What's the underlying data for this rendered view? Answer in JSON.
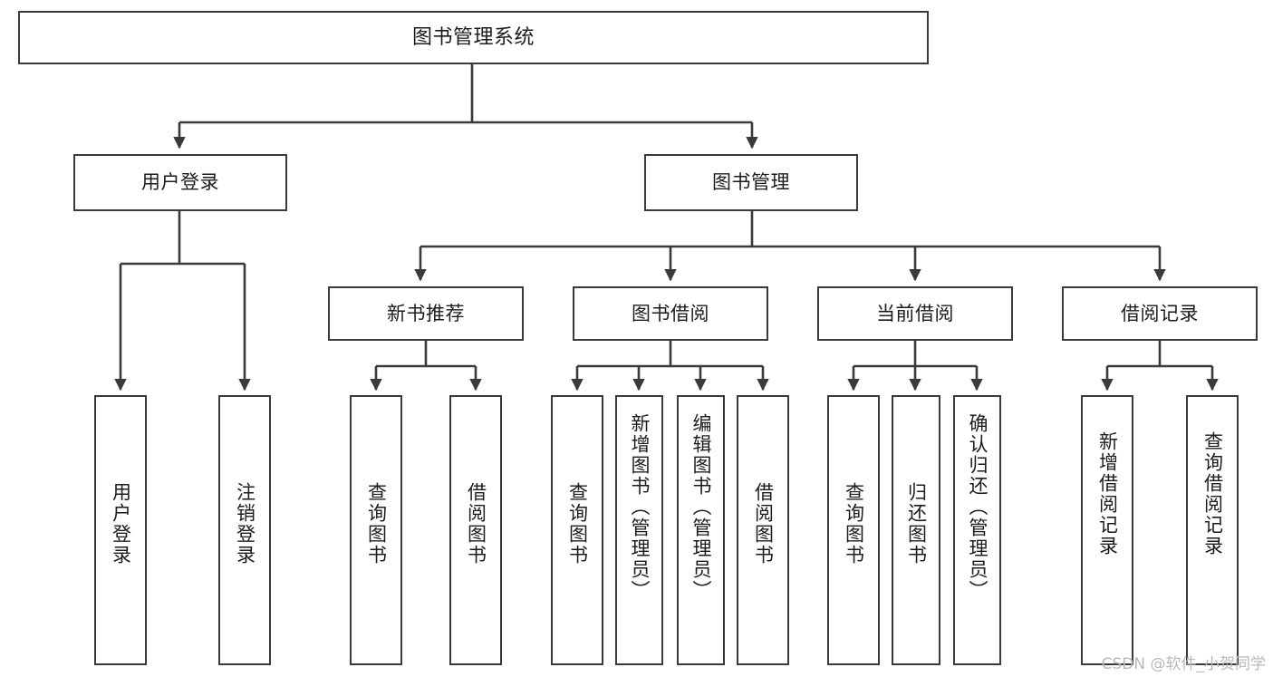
{
  "diagram": {
    "type": "tree-hierarchy",
    "title": "图书管理系统",
    "watermark": "CSDN @软件_小贺同学",
    "colors": {
      "box_border": "#3a3a3a",
      "box_fill": "#ffffff",
      "connector": "#3a3a3a",
      "text": "#1c1c1c",
      "watermark": "#b9b9b9",
      "background": "#ffffff"
    },
    "root": {
      "id": "root",
      "label": "图书管理系统"
    },
    "level2": [
      {
        "id": "user-login",
        "label": "用户登录"
      },
      {
        "id": "book-management",
        "label": "图书管理"
      }
    ],
    "level3": [
      {
        "id": "new-book-recommend",
        "label": "新书推荐",
        "parent": "book-management"
      },
      {
        "id": "book-borrow",
        "label": "图书借阅",
        "parent": "book-management"
      },
      {
        "id": "current-borrow",
        "label": "当前借阅",
        "parent": "book-management"
      },
      {
        "id": "borrow-record",
        "label": "借阅记录",
        "parent": "book-management"
      }
    ],
    "leaves": [
      {
        "id": "leaf-user-login",
        "label": "用户登录",
        "parent": "user-login"
      },
      {
        "id": "leaf-logout-login",
        "label": "注销登录",
        "parent": "user-login"
      },
      {
        "id": "leaf-query-book-1",
        "label": "查询图书",
        "parent": "new-book-recommend"
      },
      {
        "id": "leaf-borrow-book-1",
        "label": "借阅图书",
        "parent": "new-book-recommend"
      },
      {
        "id": "leaf-query-book-2",
        "label": "查询图书",
        "parent": "book-borrow"
      },
      {
        "id": "leaf-add-book",
        "label": "新增图书（管理员）",
        "parent": "book-borrow"
      },
      {
        "id": "leaf-edit-book",
        "label": "编辑图书（管理员）",
        "parent": "book-borrow"
      },
      {
        "id": "leaf-borrow-book-2",
        "label": "借阅图书",
        "parent": "book-borrow"
      },
      {
        "id": "leaf-query-book-3",
        "label": "查询图书",
        "parent": "current-borrow"
      },
      {
        "id": "leaf-return-book",
        "label": "归还图书",
        "parent": "current-borrow"
      },
      {
        "id": "leaf-confirm-return",
        "label": "确认归还（管理员）",
        "parent": "current-borrow"
      },
      {
        "id": "leaf-add-record",
        "label": "新增借阅记录",
        "parent": "borrow-record"
      },
      {
        "id": "leaf-query-record",
        "label": "查询借阅记录",
        "parent": "borrow-record"
      }
    ]
  }
}
